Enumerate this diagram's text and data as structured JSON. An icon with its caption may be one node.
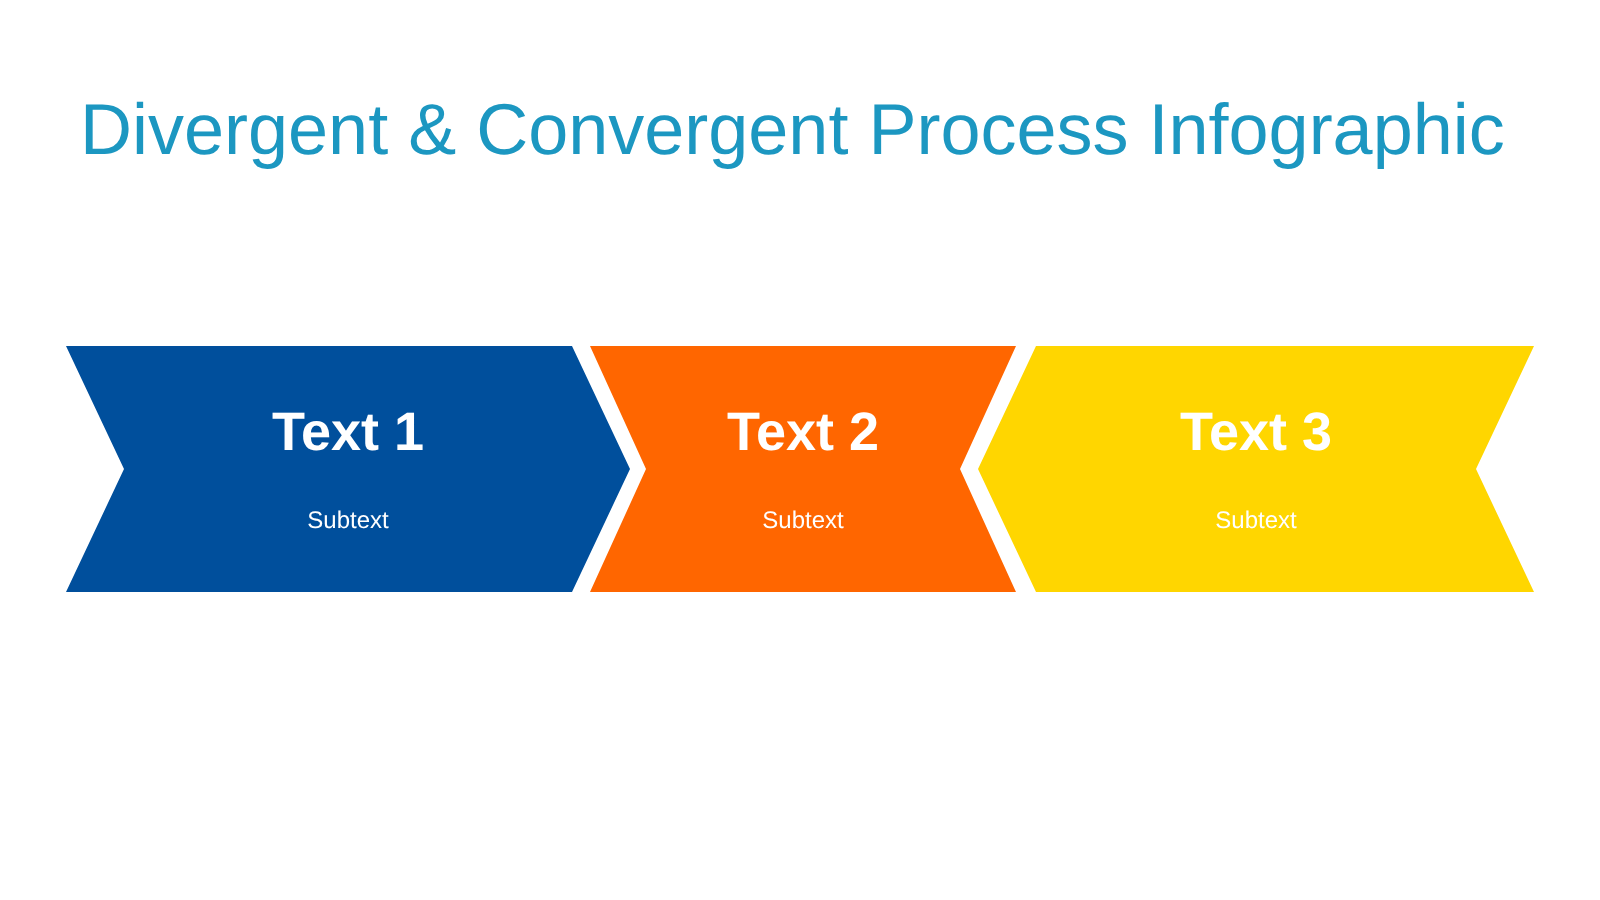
{
  "diagram": {
    "title": "Divergent & Convergent Process Infographic",
    "nodes": [
      {
        "text": [
          "Text 1",
          "Subtext"
        ]
      },
      {
        "text": [
          "Text 2",
          "Subtext"
        ]
      },
      {
        "text": [
          "Text 3",
          "Subtext"
        ]
      }
    ]
  }
}
